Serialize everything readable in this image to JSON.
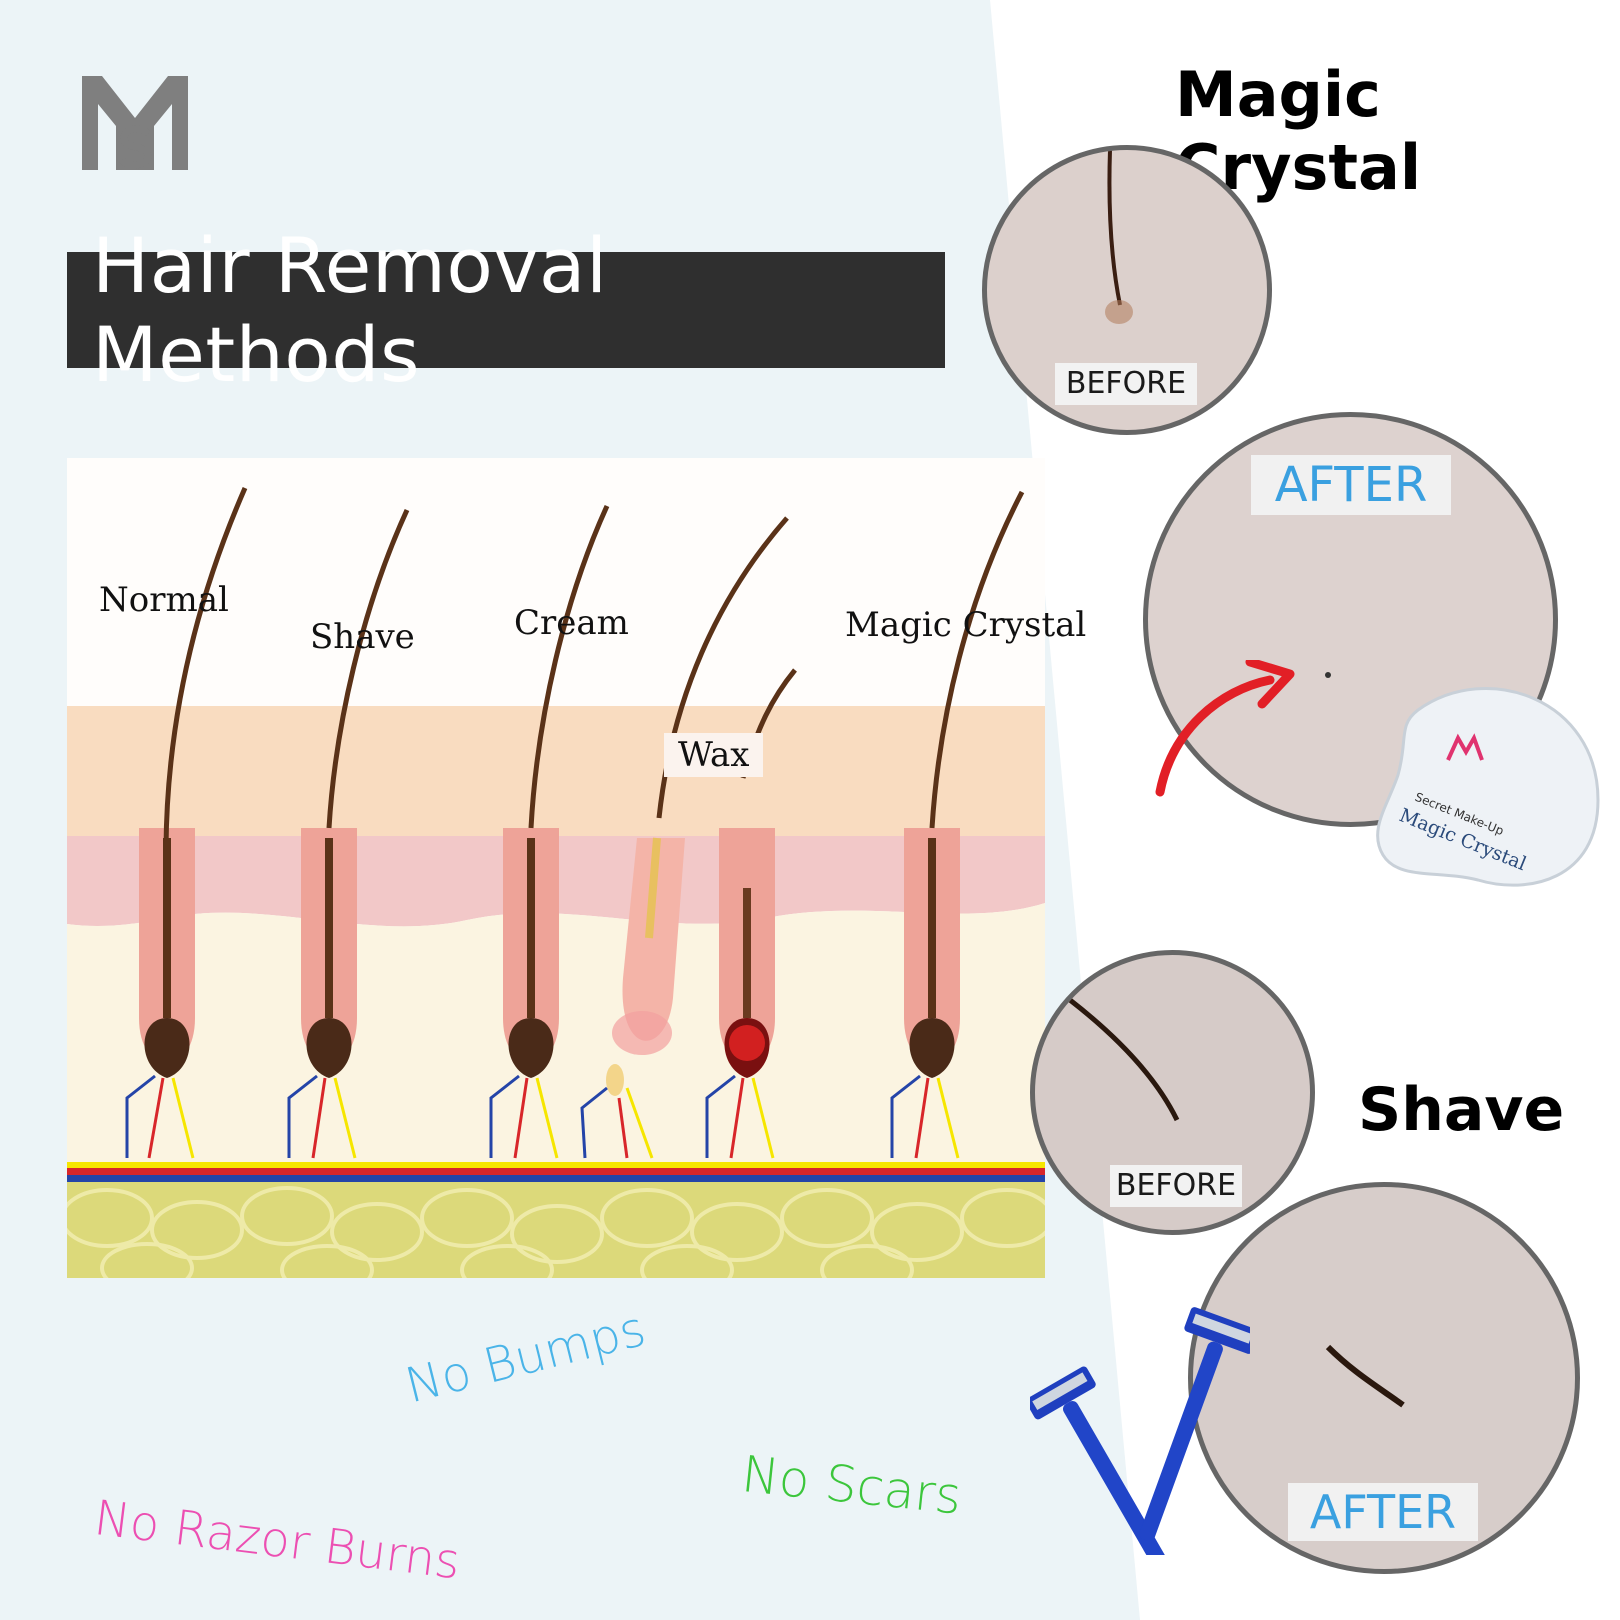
{
  "title": "Hair Removal Methods",
  "diagram": {
    "labels": {
      "normal": "Normal",
      "shave": "Shave",
      "cream": "Cream",
      "wax": "Wax",
      "magic": "Magic Crystal"
    }
  },
  "magic_section": {
    "heading": "Magic Crystal",
    "before": "BEFORE",
    "after": "AFTER",
    "product": {
      "brand": "Secret Make-Up",
      "name": "Magic Crystal"
    }
  },
  "shave_section": {
    "heading": "Shave",
    "before": "BEFORE",
    "after": "AFTER"
  },
  "taglines": {
    "bumps": "No Bumps",
    "scars": "No Scars",
    "razor": "No Razor Burns"
  },
  "colors": {
    "left_panel": "#ecf4f7",
    "title_bg": "#2f2f2f",
    "after_blue": "#3aa0e0",
    "bumps": "#4ab4e8",
    "scars": "#3cc63c",
    "razor": "#ec4fb2",
    "logo_gray": "#7f7f7f",
    "logo_pink": "#e0336f"
  }
}
